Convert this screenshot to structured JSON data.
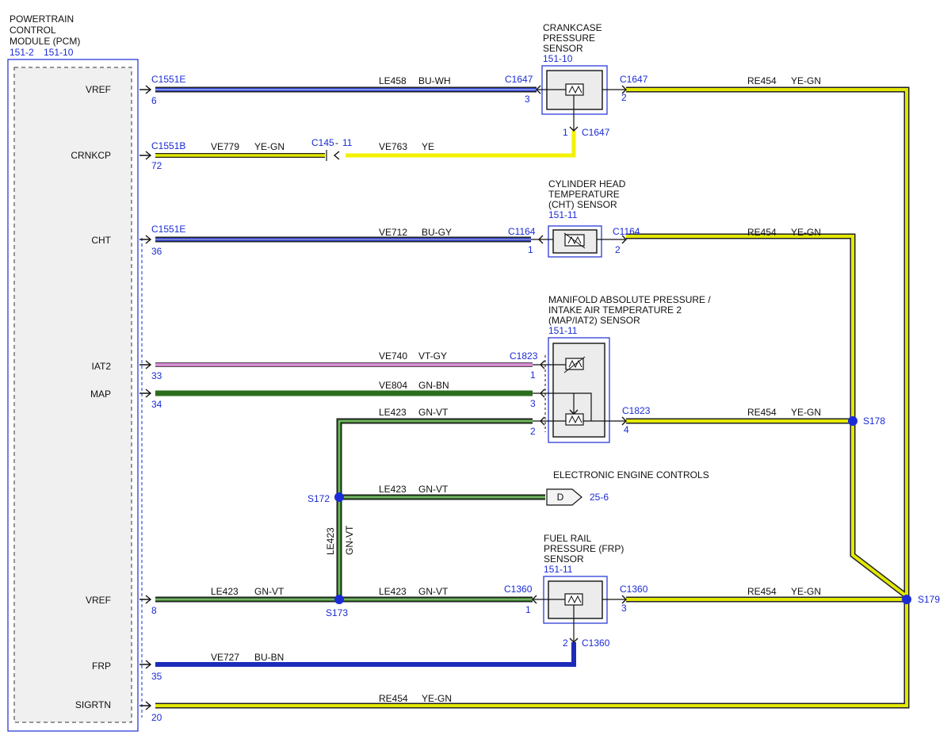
{
  "pcm": {
    "title": [
      "POWERTRAIN",
      "CONTROL",
      "MODULE (PCM)"
    ],
    "ref1": "151-2",
    "ref2": "151-10",
    "pins": [
      "VREF",
      "CRNKCP",
      "CHT",
      "IAT2",
      "MAP",
      "VREF",
      "FRP",
      "SIGRTN"
    ]
  },
  "crankcase": {
    "title": [
      "CRANKCASE",
      "PRESSURE",
      "SENSOR"
    ],
    "ref": "151-10"
  },
  "cht": {
    "title": [
      "CYLINDER HEAD",
      "TEMPERATURE",
      "(CHT) SENSOR"
    ],
    "ref": "151-11"
  },
  "map": {
    "title": [
      "MANIFOLD ABSOLUTE PRESSURE /",
      "INTAKE AIR TEMPERATURE 2",
      "(MAP/IAT2) SENSOR"
    ],
    "ref": "151-11"
  },
  "frp": {
    "title": [
      "FUEL RAIL",
      "PRESSURE (FRP)",
      "SENSOR"
    ],
    "ref": "151-11"
  },
  "eec": {
    "title": "ELECTRONIC ENGINE CONTROLS",
    "letter": "D",
    "ref": "25-6"
  },
  "connectors": {
    "c1551e_a": "C1551E",
    "c1551b": "C1551B",
    "c1551e_b": "C1551E",
    "c1647_in": "C1647",
    "c1647_out": "C1647",
    "c1647_bottom": "C1647",
    "c145": "C145",
    "c145_pin": "11",
    "c1164_in": "C1164",
    "c1164_out": "C1164",
    "c1823_in": "C1823",
    "c1823_out": "C1823",
    "c1360_in": "C1360",
    "c1360_out": "C1360",
    "c1360_bottom": "C1360"
  },
  "pins": {
    "p6": "6",
    "p72": "72",
    "p36": "36",
    "p33": "33",
    "p34": "34",
    "p8": "8",
    "p35": "35",
    "p20": "20",
    "crank3": "3",
    "crank2": "2",
    "crank1": "1",
    "cht1": "1",
    "cht2": "2",
    "map1": "1",
    "map3": "3",
    "map2": "2",
    "map4": "4",
    "frp1": "1",
    "frp3": "3",
    "frp2": "2"
  },
  "circuits": {
    "le458": "LE458",
    "bu_wh": "BU-WH",
    "ve779": "VE779",
    "ye_gn": "YE-GN",
    "ve763": "VE763",
    "ye": "YE",
    "re454": "RE454",
    "ve712": "VE712",
    "bu_gy": "BU-GY",
    "ve740": "VE740",
    "vt_gy": "VT-GY",
    "ve804": "VE804",
    "gn_bn": "GN-BN",
    "le423": "LE423",
    "gn_vt": "GN-VT",
    "ve727": "VE727",
    "bu_bn": "BU-BN"
  },
  "splices": {
    "s172": "S172",
    "s173": "S173",
    "s178": "S178",
    "s179": "S179"
  },
  "colors": {
    "blue": "#1a2bd6",
    "bu_wh": "#2a3fd0",
    "yellow": "#f2f200",
    "ye_gn": "#e3e800",
    "green": "#2f7a22",
    "violet": "#d86fd0",
    "dark_green": "#2b6e1c",
    "navy": "#1c2bb8",
    "wire_edge": "#222222",
    "module_fill": "#f0f0f0"
  }
}
